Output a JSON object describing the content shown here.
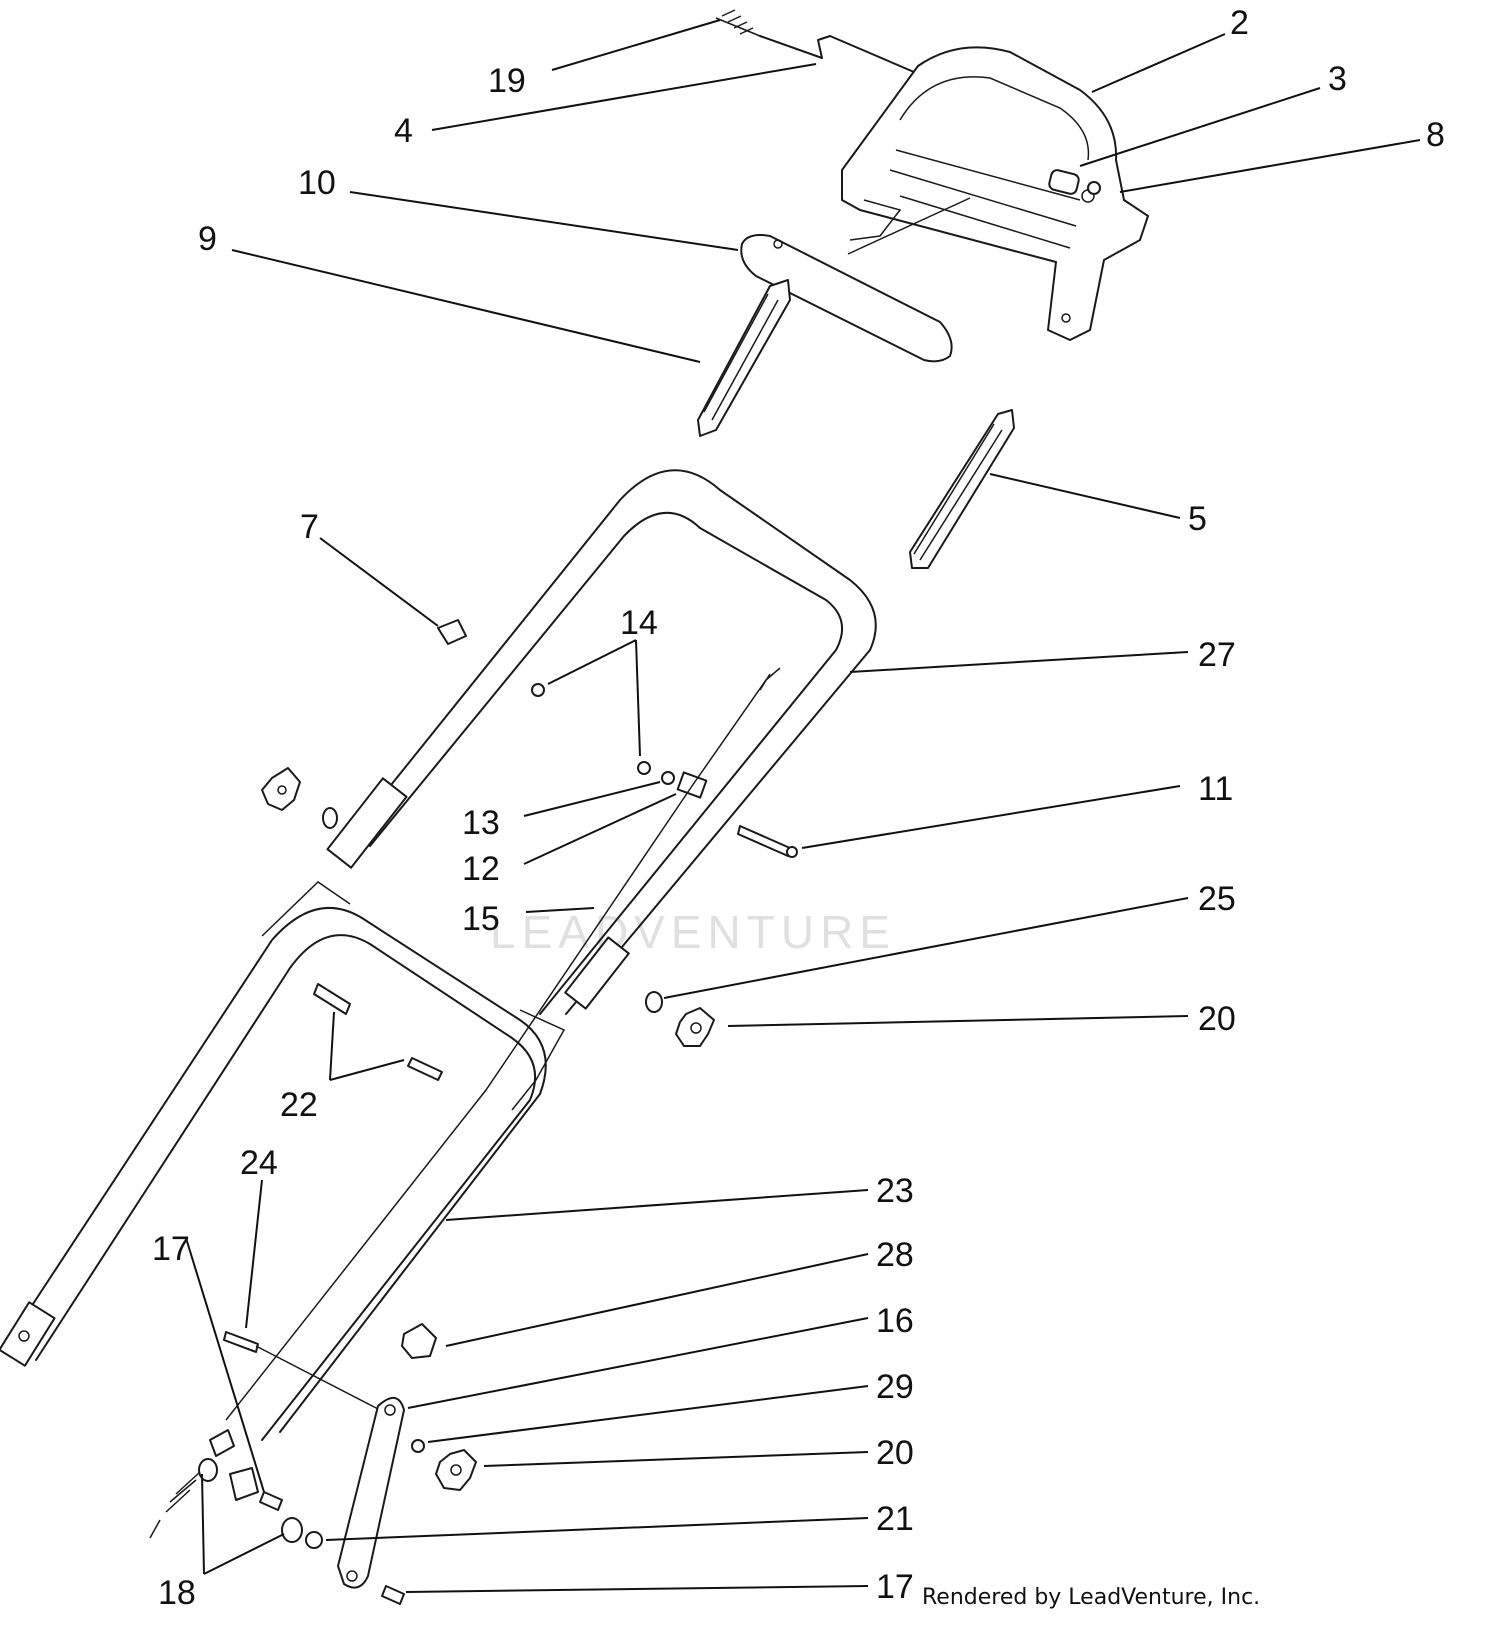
{
  "watermark": "LEADVENTURE",
  "credit": "Rendered by LeadVenture, Inc.",
  "callouts": [
    {
      "id": "2",
      "text": "2"
    },
    {
      "id": "19",
      "text": "19"
    },
    {
      "id": "3",
      "text": "3"
    },
    {
      "id": "4",
      "text": "4"
    },
    {
      "id": "8",
      "text": "8"
    },
    {
      "id": "10",
      "text": "10"
    },
    {
      "id": "9",
      "text": "9"
    },
    {
      "id": "5",
      "text": "5"
    },
    {
      "id": "7",
      "text": "7"
    },
    {
      "id": "14",
      "text": "14"
    },
    {
      "id": "27",
      "text": "27"
    },
    {
      "id": "11",
      "text": "11"
    },
    {
      "id": "13",
      "text": "13"
    },
    {
      "id": "12",
      "text": "12"
    },
    {
      "id": "15",
      "text": "15"
    },
    {
      "id": "25",
      "text": "25"
    },
    {
      "id": "20a",
      "text": "20"
    },
    {
      "id": "22",
      "text": "22"
    },
    {
      "id": "24",
      "text": "24"
    },
    {
      "id": "23",
      "text": "23"
    },
    {
      "id": "17a",
      "text": "17"
    },
    {
      "id": "28",
      "text": "28"
    },
    {
      "id": "16",
      "text": "16"
    },
    {
      "id": "29",
      "text": "29"
    },
    {
      "id": "20b",
      "text": "20"
    },
    {
      "id": "21",
      "text": "21"
    },
    {
      "id": "18",
      "text": "18"
    },
    {
      "id": "17b",
      "text": "17"
    }
  ]
}
